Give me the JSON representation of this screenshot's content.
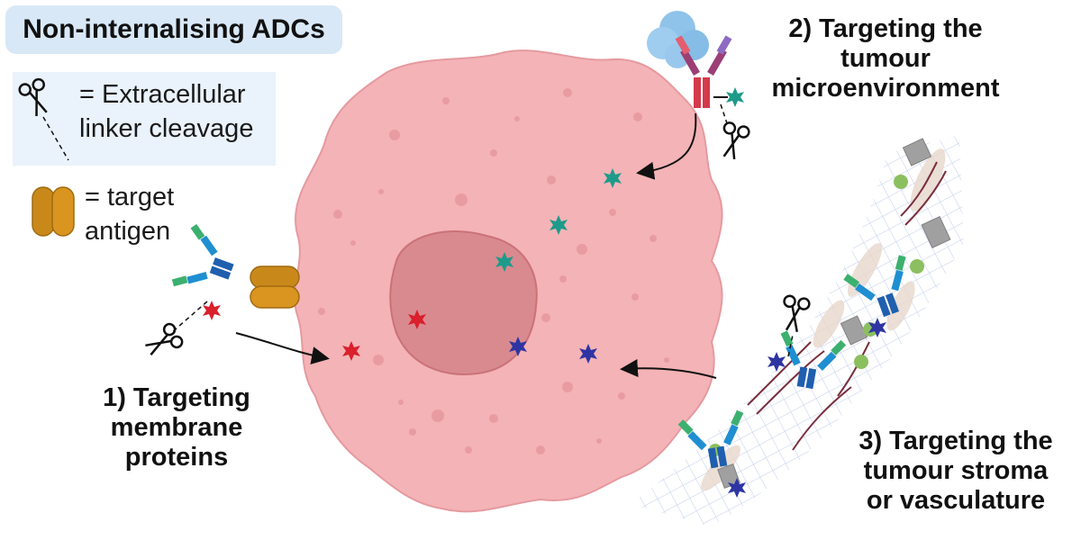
{
  "title": "Non-internalising ADCs",
  "legend": {
    "scissors_line1": "= Extracellular",
    "scissors_line2": "linker cleavage",
    "antigen_line1": "= target",
    "antigen_line2": "antigen"
  },
  "labels": {
    "membrane": [
      "1) Targeting",
      "membrane",
      "proteins"
    ],
    "microenv": [
      "2) Targeting the",
      "tumour",
      "microenvironment"
    ],
    "stroma": [
      "3) Targeting the",
      "tumour stroma",
      "or vasculature"
    ]
  },
  "colors": {
    "cell": "#f4b3b6",
    "nucleus": "#d98a8f",
    "payload_red": "#d9202c",
    "payload_teal": "#1d9b8a",
    "payload_blue": "#2e35a3",
    "antigen": "#c9891a",
    "title_bg": "#d8e8f7"
  },
  "icons": [
    "scissors-icon",
    "antigen-icon",
    "antibody-icon",
    "payload-star-icon",
    "enzyme-blob-icon"
  ]
}
